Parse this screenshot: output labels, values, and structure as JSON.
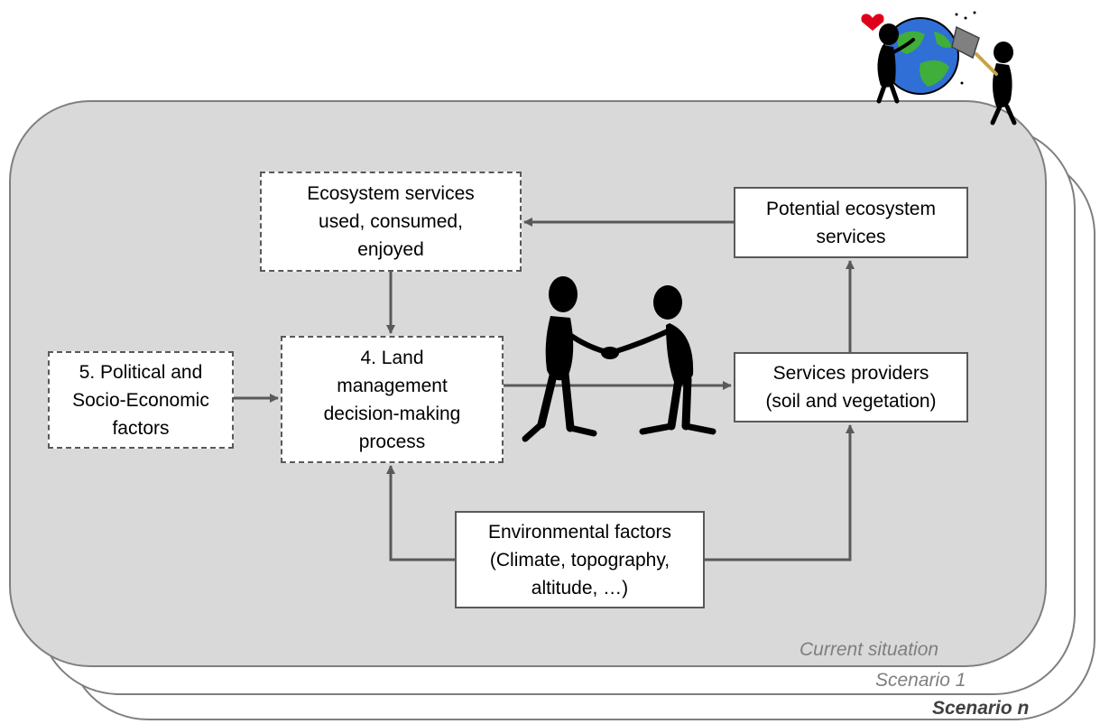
{
  "layers": {
    "current": "Current situation",
    "scenario_1": "Scenario 1",
    "scenario_n": "Scenario n"
  },
  "nodes": {
    "es_used": "Ecosystem services\nused, consumed,\nenjoyed",
    "potential": "Potential ecosystem\nservices",
    "political": "5. Political  and\nSocio-Economic\nfactors",
    "land": "4. Land\nmanagement\ndecision-making\nprocess",
    "providers": "Services providers\n(soil and vegetation)",
    "environmental": "Environmental factors\n(Climate, topography,\naltitude, …)"
  },
  "edges": [
    {
      "from": "potential",
      "to": "es_used"
    },
    {
      "from": "es_used",
      "to": "land"
    },
    {
      "from": "political",
      "to": "land"
    },
    {
      "from": "land",
      "to": "providers"
    },
    {
      "from": "providers",
      "to": "potential"
    },
    {
      "from": "environmental",
      "to": "land"
    },
    {
      "from": "environmental",
      "to": "providers"
    }
  ],
  "colors": {
    "panel": "#d9d9d9",
    "border": "#7f7f7f",
    "arrow": "#595959",
    "heart": "#e0001b",
    "globe_ocean": "#2f6fd6",
    "globe_land": "#3fae3a"
  },
  "illustrations": [
    "handshake-figures-icon",
    "globe-cleaning-icon",
    "heart-icon"
  ]
}
